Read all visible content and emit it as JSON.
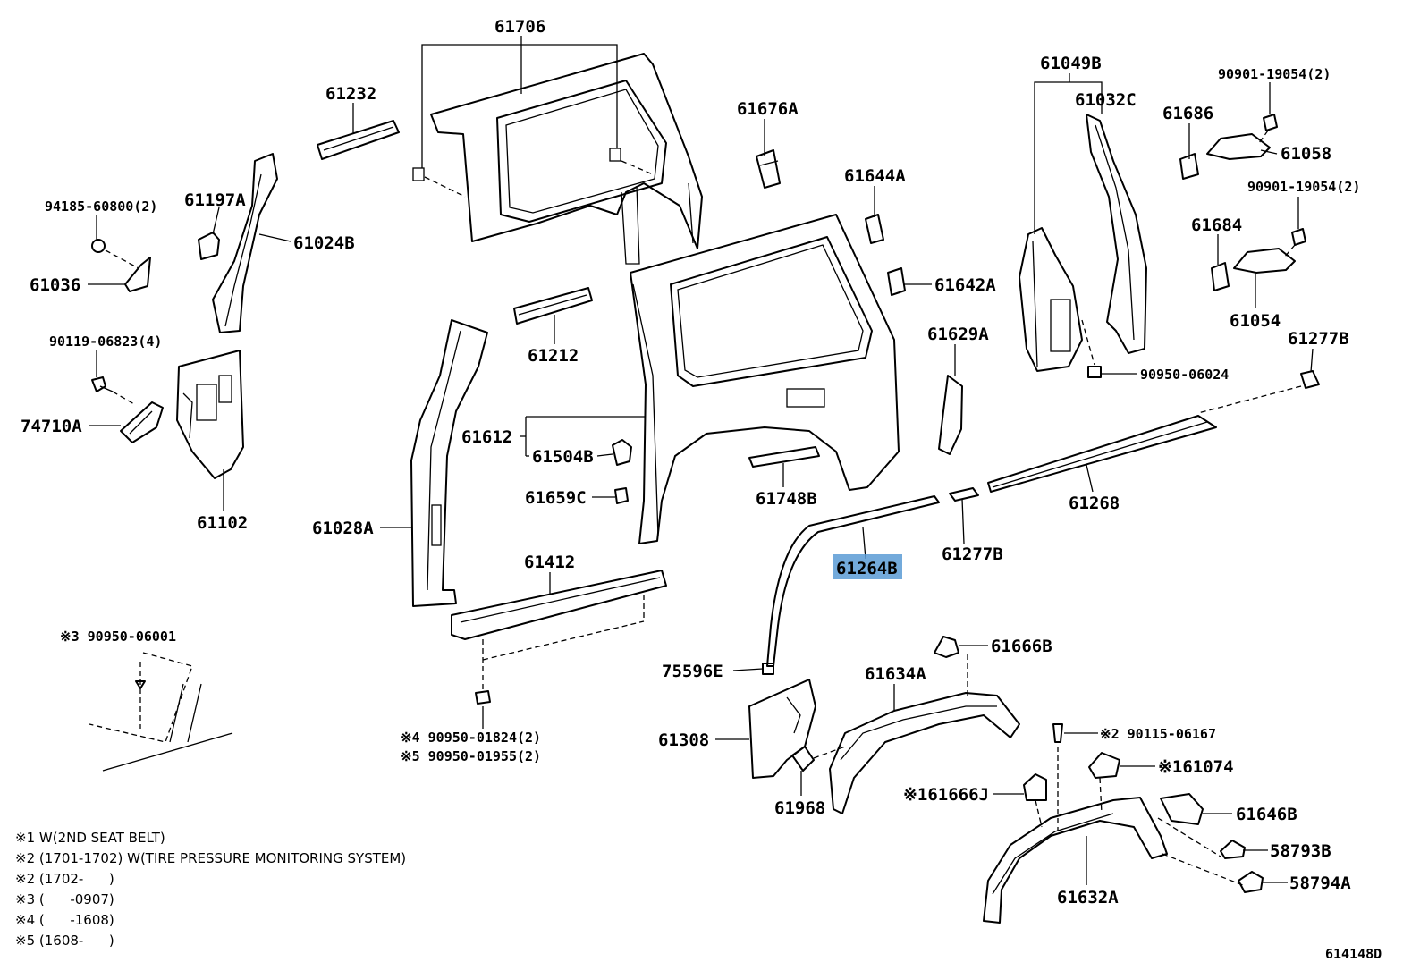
{
  "diagram_id": "614148D",
  "highlight_color": "#5b9bd5",
  "labels": {
    "p61706": "61706",
    "p61232": "61232",
    "p61676A": "61676A",
    "p61049B": "61049B",
    "p61032C": "61032C",
    "p90901_1": "90901-19054(2)",
    "p61686": "61686",
    "p61058": "61058",
    "p90901_2": "90901-19054(2)",
    "p61197A": "61197A",
    "p94185": "94185-60800(2)",
    "p61024B": "61024B",
    "p61644A": "61644A",
    "p61684": "61684",
    "p61036": "61036",
    "p61642A": "61642A",
    "p61054": "61054",
    "p90119": "90119-06823(4)",
    "p61212": "61212",
    "p61629A": "61629A",
    "p61277B_1": "61277B",
    "p90950_06024": "90950-06024",
    "p74710A": "74710A",
    "p61612": "61612",
    "p61504B": "61504B",
    "p61659C": "61659C",
    "p61748B": "61748B",
    "p61268": "61268",
    "p61102": "61102",
    "p61028A": "61028A",
    "p61277B_2": "61277B",
    "p61264B": "61264B",
    "p61412": "61412",
    "p90950_06001": "※3 90950-06001",
    "p61666B": "61666B",
    "p75596E": "75596E",
    "p61634A": "61634A",
    "p61308": "61308",
    "p90950_01824": "※4 90950-01824(2)",
    "p90950_01955": "※5 90950-01955(2)",
    "p90115": "※2 90115-06167",
    "p61074": "※161074",
    "p61968": "61968",
    "p61666J": "※161666J",
    "p61646B": "61646B",
    "p58793B": "58793B",
    "p58794A": "58794A",
    "p61632A": "61632A"
  },
  "notes": [
    "※1 W(2ND SEAT BELT)",
    "※2 (1701-1702) W(TIRE PRESSURE MONITORING SYSTEM)",
    "※2 (1702-      )",
    "※3 (      -0907)",
    "※4 (      -1608)",
    "※5 (1608-      )"
  ]
}
